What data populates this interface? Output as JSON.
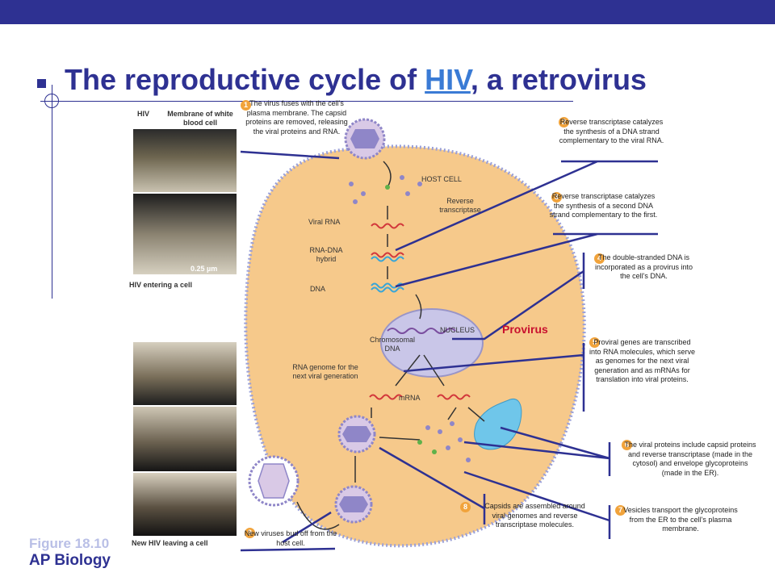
{
  "slide": {
    "title_prefix": "The reproductive cycle of ",
    "title_link": "HIV",
    "title_suffix": ", a retrovirus",
    "figure": "Figure 18.10",
    "course": "AP Biology"
  },
  "photos": {
    "top_labels": [
      "HIV",
      "Membrane of white blood cell"
    ],
    "scale": "0.25 µm",
    "top_caption": "HIV entering a cell",
    "bottom_caption": "New HIV leaving a cell"
  },
  "cell_labels": {
    "host_cell": "HOST CELL",
    "reverse_transcriptase": "Reverse transcriptase",
    "viral_rna": "Viral RNA",
    "rna_dna_hybrid": "RNA-DNA hybrid",
    "dna": "DNA",
    "nucleus": "NUCLEUS",
    "chromosomal_dna": "Chromosomal DNA",
    "provirus": "Provirus",
    "rna_genome": "RNA genome for the next viral generation",
    "mrna": "mRNA"
  },
  "steps": [
    {
      "n": "1",
      "text": "The virus fuses with the cell's plasma membrane. The capsid proteins are removed, releasing the viral proteins and RNA."
    },
    {
      "n": "2",
      "text": "Reverse transcriptase catalyzes the synthesis of a DNA strand complementary to the viral RNA."
    },
    {
      "n": "3",
      "text": "Reverse transcriptase catalyzes the synthesis of a second DNA strand complementary to the first."
    },
    {
      "n": "4",
      "text": "The double-stranded DNA is incorporated as a provirus into the cell's DNA."
    },
    {
      "n": "5",
      "text": "Proviral genes are transcribed into RNA molecules, which serve as genomes for the next viral generation and as mRNAs for translation into viral proteins."
    },
    {
      "n": "6",
      "text": "The viral proteins include capsid proteins and reverse transcriptase (made in the cytosol) and envelope glycoproteins (made in the ER)."
    },
    {
      "n": "7",
      "text": "Vesicles transport the glycoproteins from the ER to the cell's plasma membrane."
    },
    {
      "n": "8",
      "text": "Capsids are assembled around viral genomes and reverse transcriptase molecules."
    },
    {
      "n": "9",
      "text": "New viruses bud off from the host cell."
    }
  ],
  "colors": {
    "accent": "#2e3192",
    "cell": "#f6c98b",
    "nucleus": "#c9c6e8",
    "provirus": "#c8102e",
    "step_badge": "#f1a33b"
  }
}
